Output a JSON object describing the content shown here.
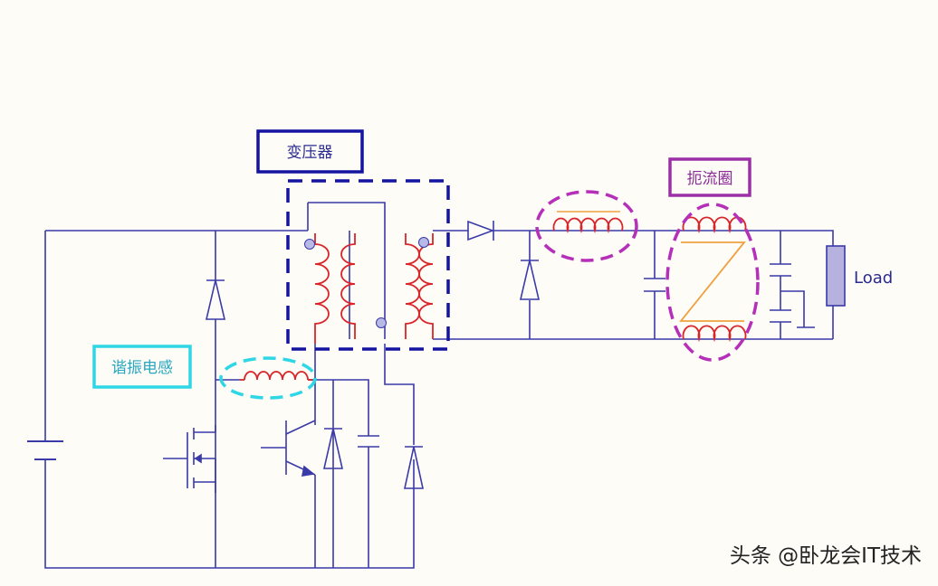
{
  "labels": {
    "transformer": "变压器",
    "resonant_inductor": "谐振电感",
    "choke": "扼流圈",
    "load": "Load"
  },
  "watermark": "头条 @卧龙会IT技术",
  "colors": {
    "background": "#fdfcf7",
    "wire": "#3a3aa8",
    "coil": "#d9252a",
    "dot_fill": "#b9b9e6",
    "transformer_box": "#1414a0",
    "resonant_box": "#2fd6e6",
    "choke_box": "#9b2fa6",
    "choke_core": "#f0a040",
    "load_fill": "#b7b1df"
  },
  "icons": [
    "diode-icon",
    "inductor-icon",
    "capacitor-icon",
    "mosfet-icon",
    "bjt-icon",
    "battery-icon",
    "transformer-icon",
    "resistor-icon"
  ]
}
